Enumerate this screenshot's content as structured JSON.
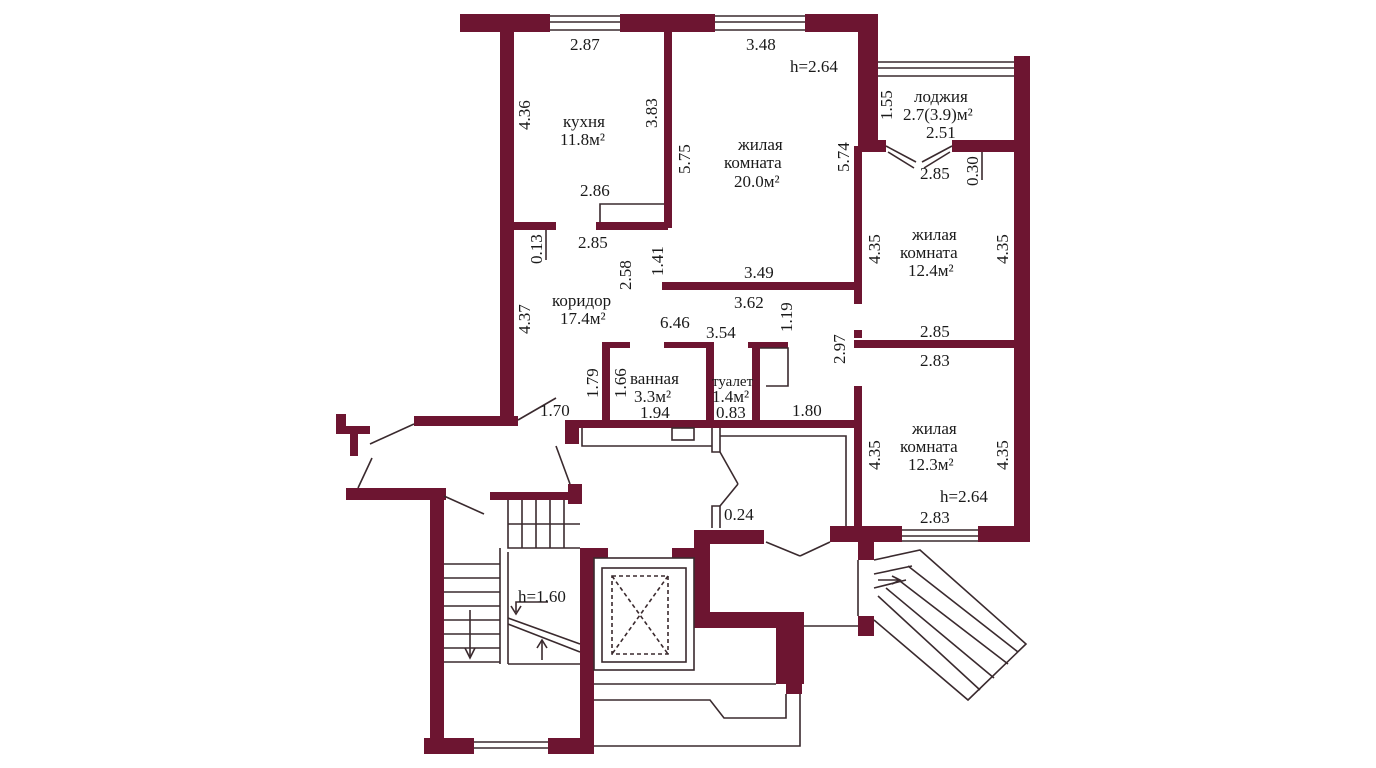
{
  "rooms": {
    "kitchen": {
      "name": "кухня",
      "area": "11.8м²"
    },
    "living1": {
      "name1": "жилая",
      "name2": "комната",
      "area": "20.0м²"
    },
    "loggia": {
      "name": "лоджия",
      "area": "2.7(3.9)м²"
    },
    "living2": {
      "name1": "жилая",
      "name2": "комната",
      "area": "12.4м²"
    },
    "corridor": {
      "name": "коридор",
      "area": "17.4м²"
    },
    "bath": {
      "name": "ванная",
      "area": "3.3м²"
    },
    "toilet": {
      "name": "туалет",
      "area": "1.4м²"
    },
    "living3": {
      "name1": "жилая",
      "name2": "комната",
      "area": "12.3м²"
    }
  },
  "heights": {
    "top": "h=2.64",
    "bottom": "h=2.64",
    "stair": "h=1.60"
  },
  "dims": {
    "d287": "2.87",
    "d348": "3.48",
    "d436": "4.36",
    "d383": "3.83",
    "d575": "5.75",
    "d574": "5.74",
    "d155": "1.55",
    "d251": "2.51",
    "d285a": "2.85",
    "d030": "0.30",
    "d286": "2.86",
    "d285b": "2.85",
    "d013": "0.13",
    "d141": "1.41",
    "d258": "2.58",
    "d349": "3.49",
    "d435a": "4.35",
    "d435b": "4.35",
    "d362": "3.62",
    "d119": "1.19",
    "d437": "4.37",
    "d646": "6.46",
    "d354": "3.54",
    "d297": "2.97",
    "d285c": "2.85",
    "d283a": "2.83",
    "d179": "1.79",
    "d166": "1.66",
    "d170": "1.70",
    "d194": "1.94",
    "d083": "0.83",
    "d180": "1.80",
    "d435c": "4.35",
    "d435d": "4.35",
    "d283b": "2.83",
    "d024": "0.24"
  }
}
